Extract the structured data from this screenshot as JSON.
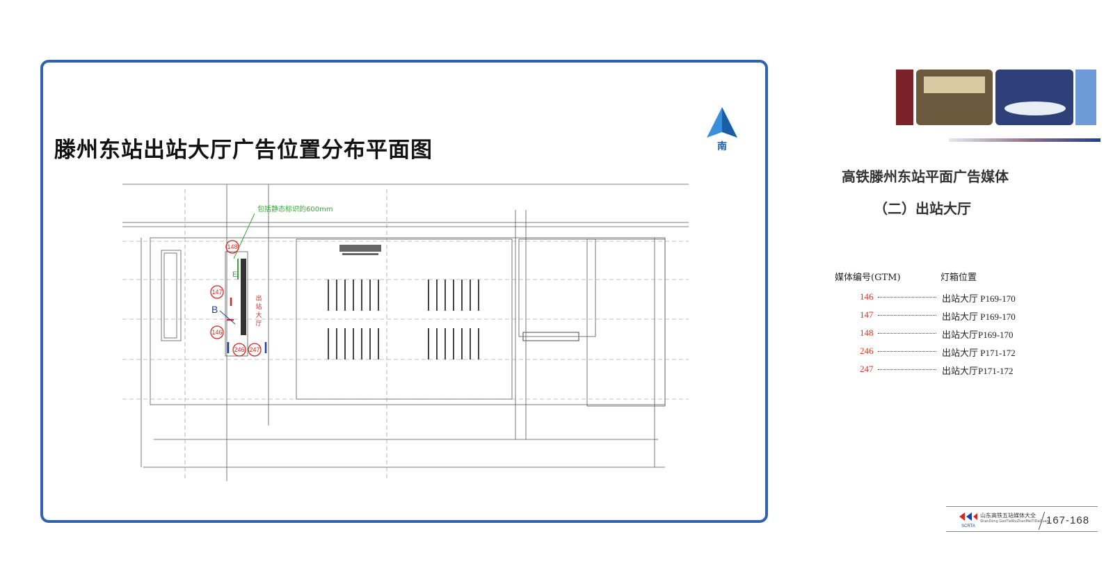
{
  "page": {
    "plan_title": "滕州东站出站大厅广告位置分布平面图",
    "compass_label": "南",
    "section_title": "高铁滕州东站平面广告媒体",
    "section_subtitle": "（二）出站大厅"
  },
  "floorplan": {
    "annotation_note": "包括静态标识的600mm",
    "hall_label_line1": "出",
    "hall_label_line2": "站",
    "hall_label_line3": "大",
    "hall_label_line4": "厅",
    "marker_b": "B",
    "marker_e": "E",
    "spots": [
      "146",
      "147",
      "148",
      "246",
      "247"
    ],
    "accent_red": "#d2281e",
    "accent_blue": "#1f3fa8",
    "accent_green": "#3aa63a"
  },
  "legend": {
    "col_code_header": "媒体编号(GTM)",
    "col_location_header": "灯箱位置",
    "rows": [
      {
        "code": "146",
        "location": "出站大厅 P169-170"
      },
      {
        "code": "147",
        "location": "出站大厅 P169-170"
      },
      {
        "code": "148",
        "location": "出站大厅P169-170"
      },
      {
        "code": "246",
        "location": "出站大厅 P171-172"
      },
      {
        "code": "247",
        "location": "出站大厅P171-172"
      }
    ]
  },
  "footer": {
    "brand_cn": "山东高铁五站媒体大全",
    "brand_en": "ShanDong GaoTieWuZhanMeiTiDaQuan",
    "logo_text": "SCRTA",
    "page_range": "167-168"
  },
  "colors": {
    "panel_border": "#2f63ad",
    "compass_blue": "#1f6fc0",
    "code_red": "#d03a26"
  }
}
